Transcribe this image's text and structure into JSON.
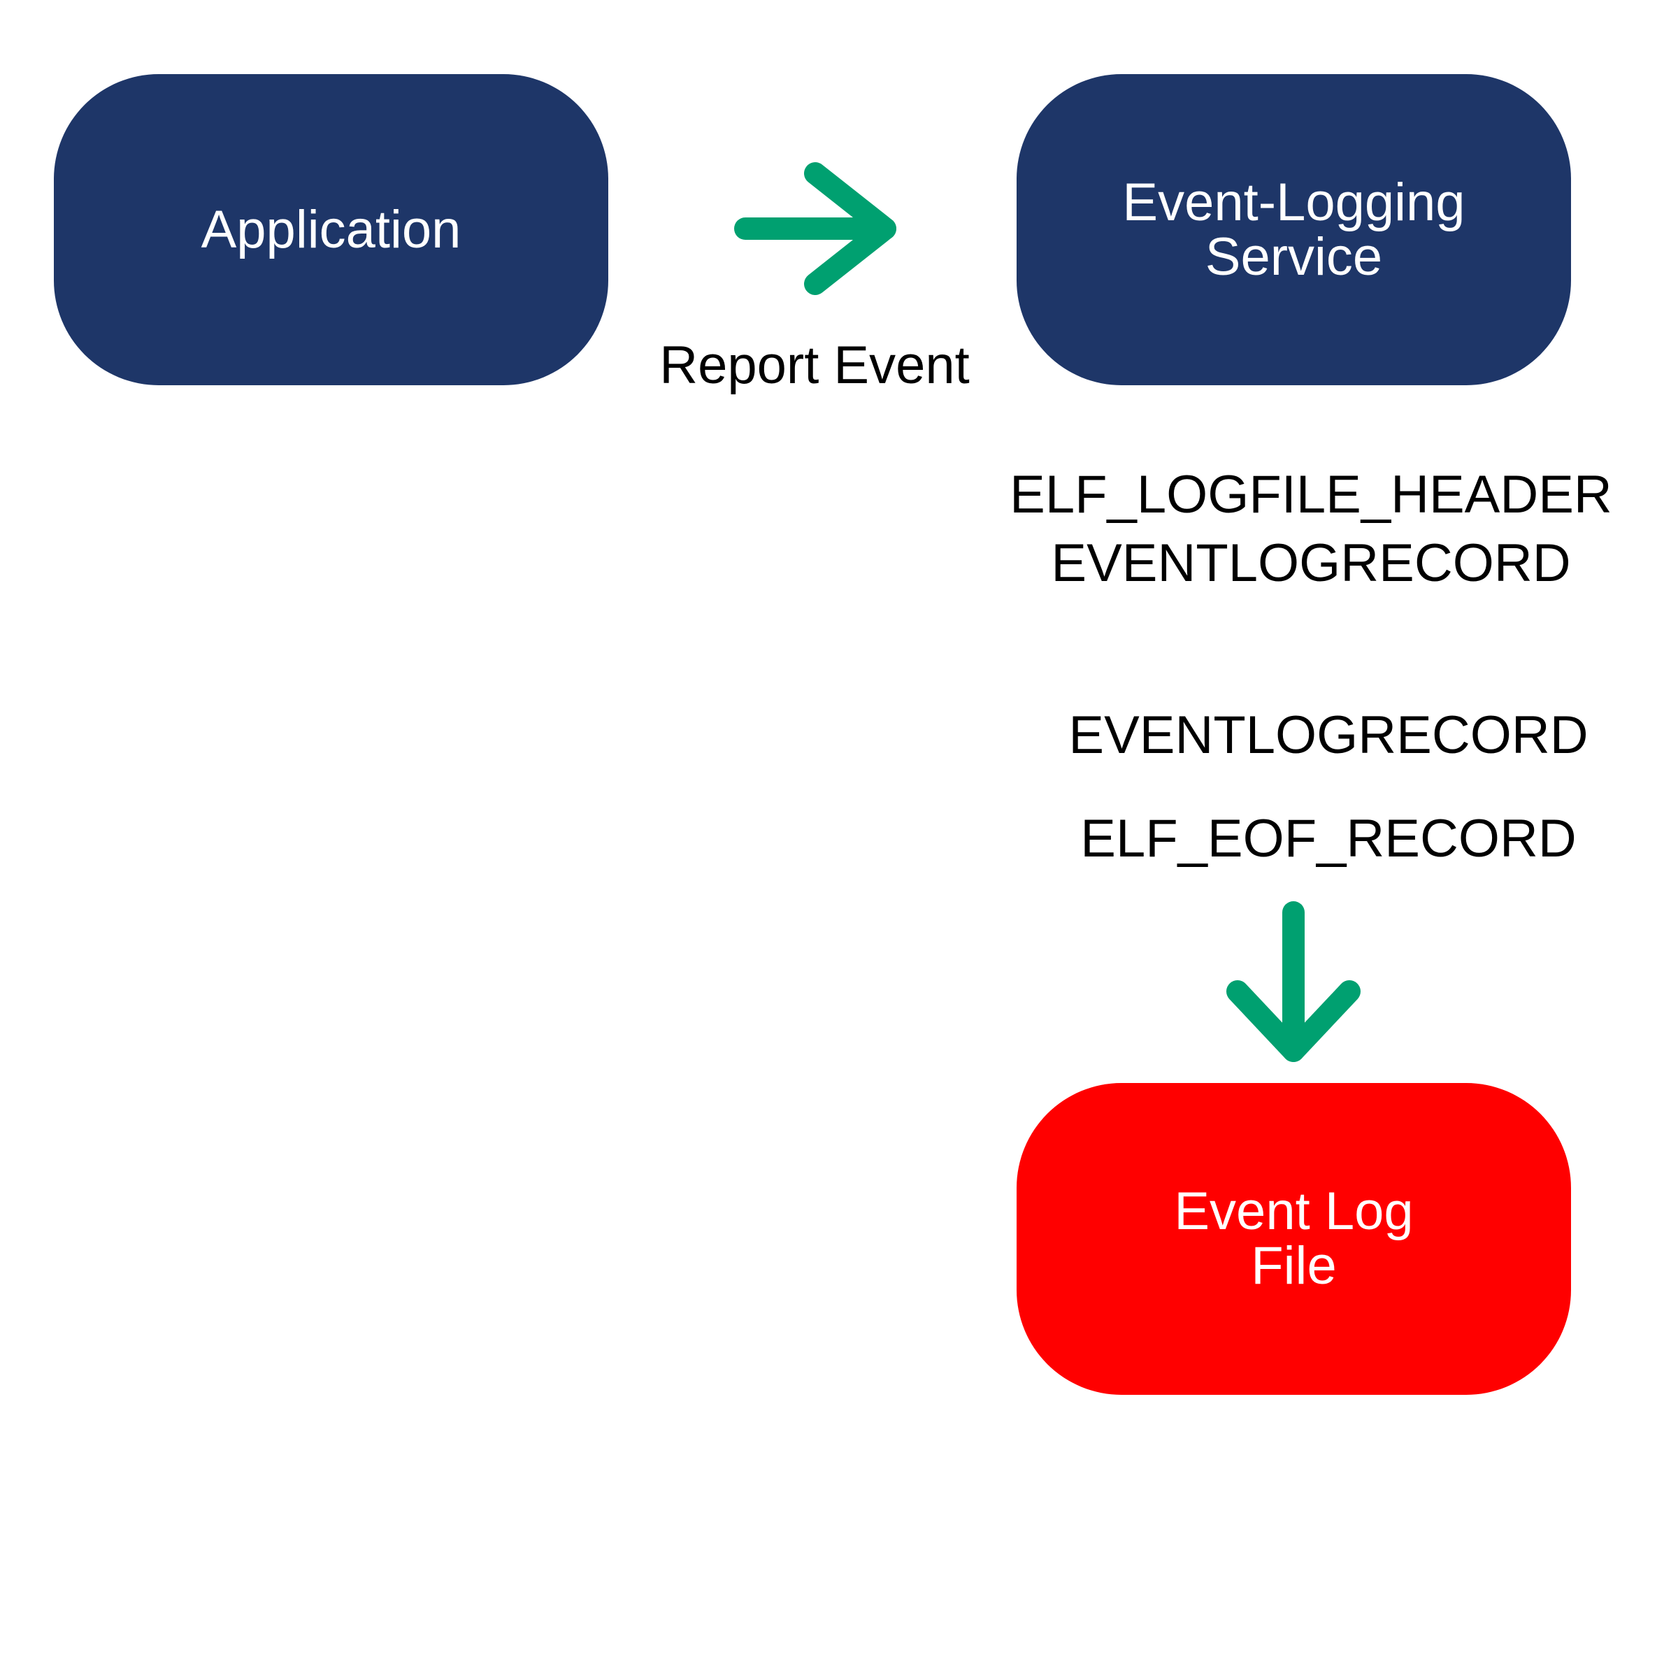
{
  "colors": {
    "process_node": "#1E3668",
    "file_node": "#FF0000",
    "arrow": "#00A070",
    "label_text": "#000000",
    "node_text": "#FFFFFF"
  },
  "nodes": {
    "application": {
      "label": "Application"
    },
    "service": {
      "label": "Event-Logging\nService"
    },
    "log_file": {
      "label": "Event Log\nFile"
    }
  },
  "edges": [
    {
      "from": "application",
      "to": "service",
      "label": "Report Event",
      "icon": "arrow-right-icon"
    },
    {
      "from": "service",
      "to": "log_file",
      "label": "",
      "icon": "arrow-down-icon"
    }
  ],
  "records": {
    "header_block": [
      "ELF_LOGFILE_HEADER",
      "EVENTLOGRECORD"
    ],
    "record": "EVENTLOGRECORD",
    "eof": "ELF_EOF_RECORD"
  }
}
